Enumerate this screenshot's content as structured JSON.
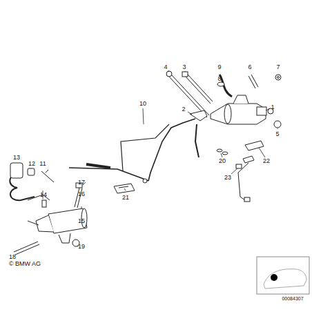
{
  "diagram": {
    "labels": [
      "4",
      "3",
      "9",
      "6",
      "7",
      "8",
      "1",
      "2",
      "5",
      "10",
      "22",
      "20",
      "23",
      "13",
      "12",
      "11",
      "14",
      "17",
      "16",
      "21",
      "15",
      "18",
      "19",
      "© BMW AG",
      "00084307"
    ]
  }
}
